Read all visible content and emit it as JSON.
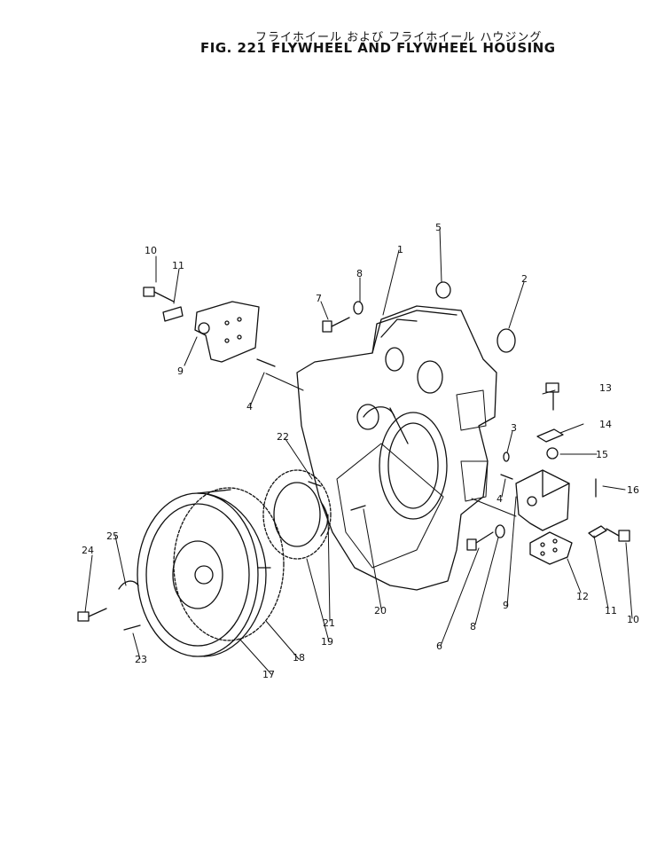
{
  "header": {
    "subtitle_jp": "フライホイール および フライホイール ハウジング",
    "title": "FIG. 221 FLYWHEEL AND FLYWHEEL HOUSING"
  },
  "callouts": [
    "1",
    "2",
    "3",
    "4",
    "4",
    "5",
    "6",
    "7",
    "8",
    "8",
    "9",
    "9",
    "10",
    "10",
    "11",
    "11",
    "12",
    "13",
    "14",
    "15",
    "16",
    "17",
    "18",
    "19",
    "20",
    "21",
    "22",
    "23",
    "24",
    "25"
  ]
}
